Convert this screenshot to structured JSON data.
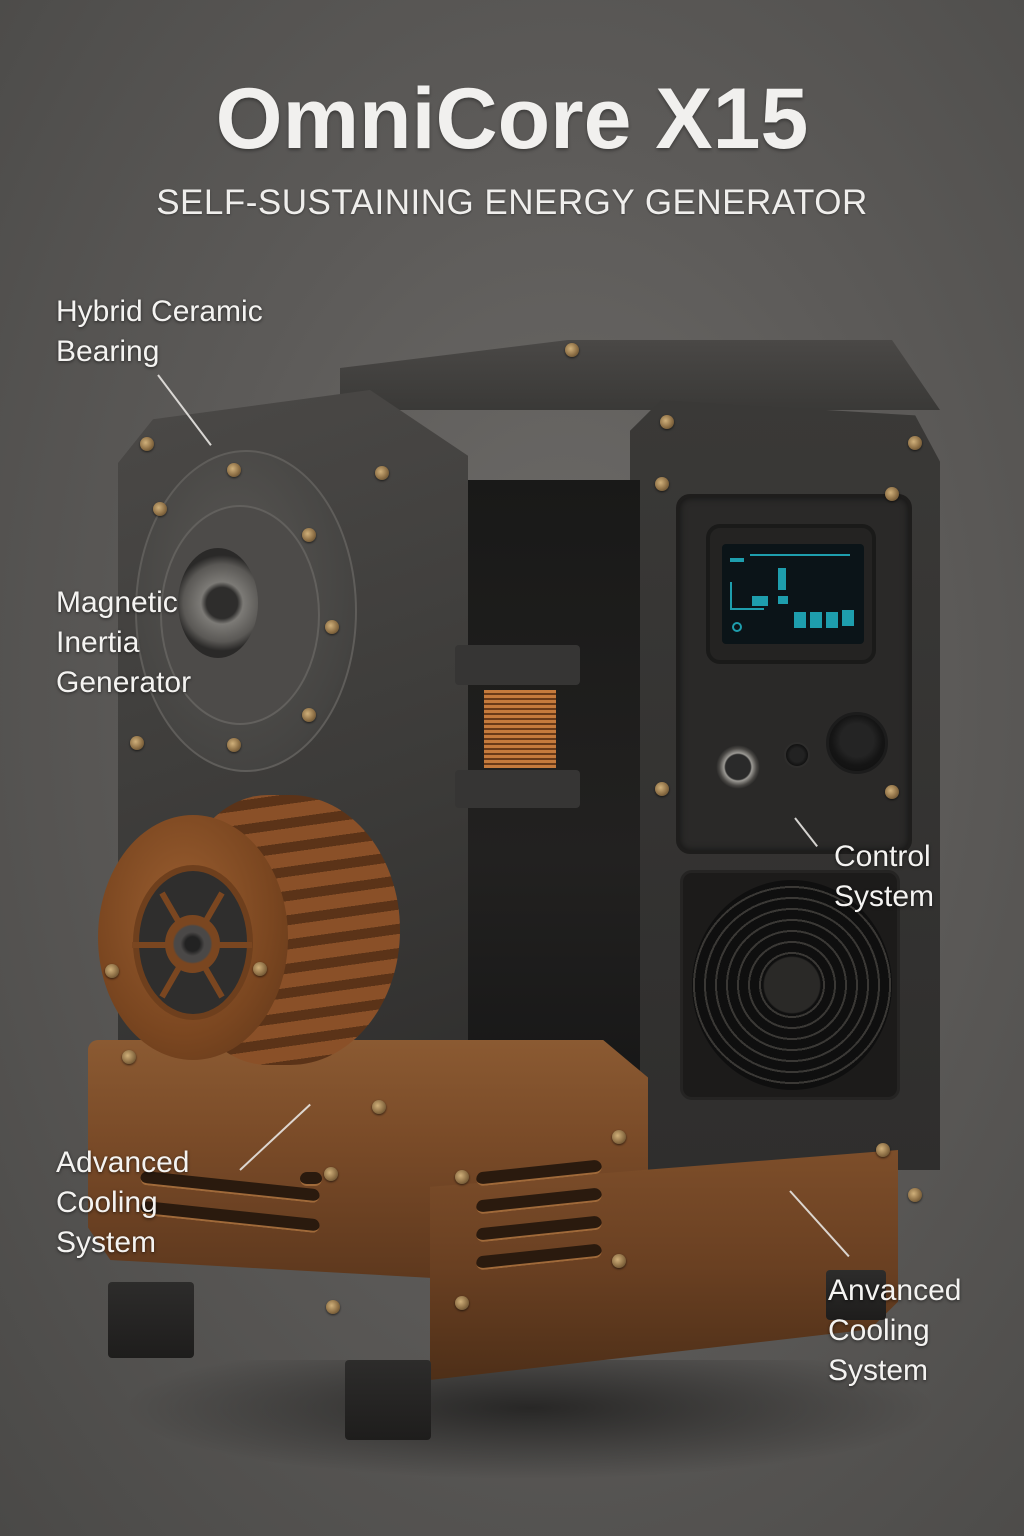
{
  "header": {
    "title": "OmniCore X15",
    "subtitle": "SELF-SUSTAINING ENERGY GENERATOR"
  },
  "callouts": [
    {
      "id": "hybrid-ceramic-bearing",
      "text": "Hybrid Ceramic\nBearing"
    },
    {
      "id": "magnetic-inertia-generator",
      "text": "Magnetic\nInertia\nGenerator"
    },
    {
      "id": "control-system",
      "text": "Control\nSystem"
    },
    {
      "id": "advanced-cooling-system-left",
      "text": "Advanced\nCooling\nSystem"
    },
    {
      "id": "advanced-cooling-system-right",
      "text": "Anvanced\nCooling\nSystem"
    }
  ],
  "colors": {
    "background": "#5d5b59",
    "text": "#f1f0ee",
    "housing_dark": "#3b3a38",
    "copper": "#7a4b28",
    "screen_accent": "#22b6c8"
  },
  "components": {
    "display_screen": "control-display",
    "buttons": [
      "ring-button",
      "small-button",
      "large-power-button"
    ],
    "fan": "cooling-fan-grille",
    "coil": "copper-coil",
    "motor": "copper-finned-motor",
    "bearing": "ceramic-bearing-hub"
  }
}
